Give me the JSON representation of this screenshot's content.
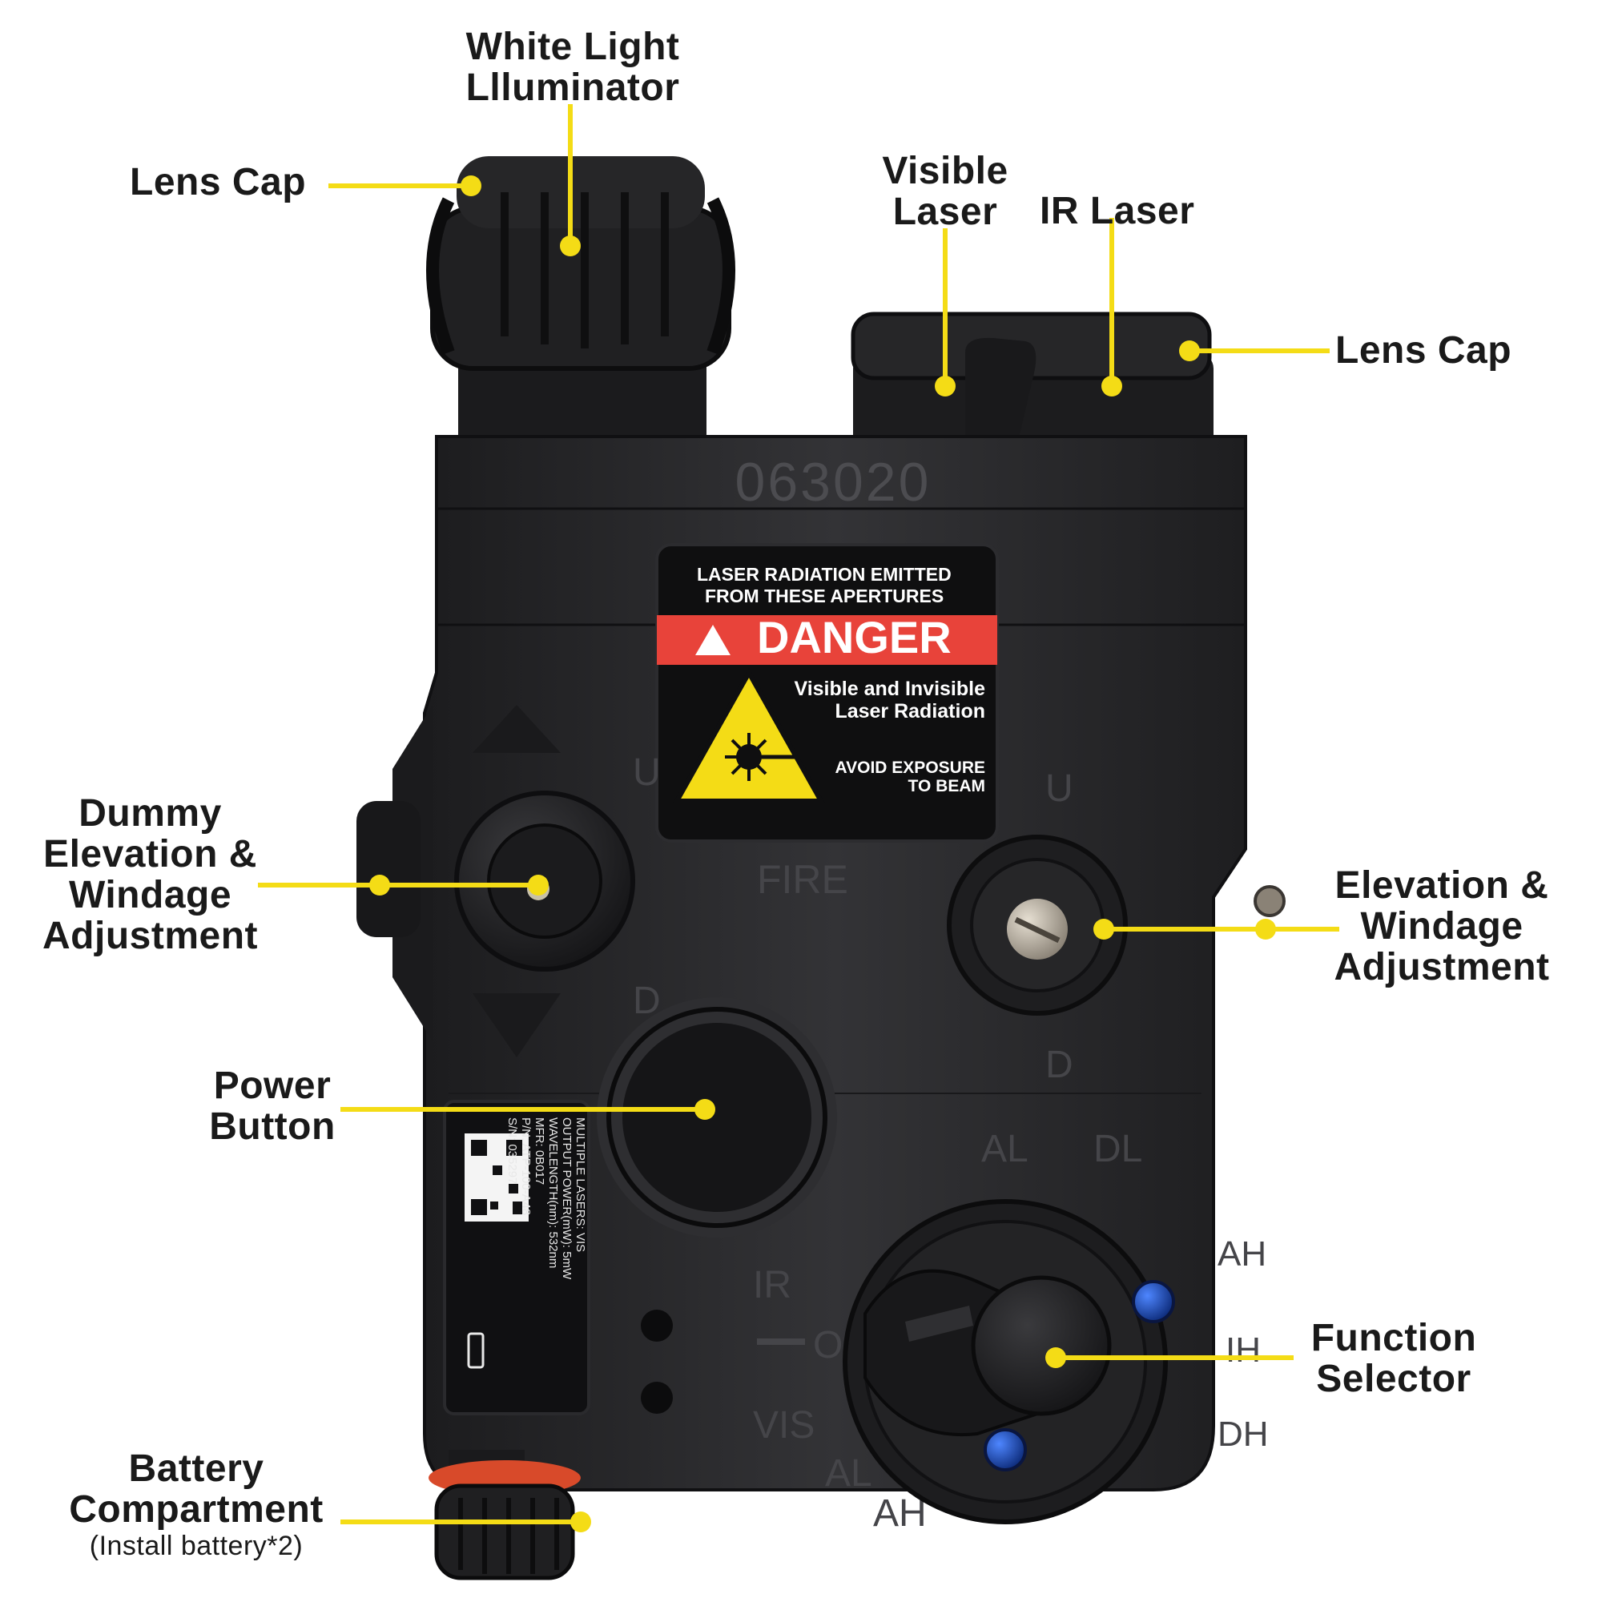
{
  "colors": {
    "leader": "#f4dc16",
    "label_text": "#1a1a1a",
    "body": "#2a2a2c",
    "danger_red": "#e8433a",
    "warning_yellow": "#f4dc16",
    "screw_blue": "#1f4fb8"
  },
  "labels": {
    "white_light": [
      "White Light",
      "Llluminator"
    ],
    "lens_cap_left": "Lens Cap",
    "visible_laser": [
      "Visible",
      "Laser"
    ],
    "ir_laser": "IR Laser",
    "lens_cap_right": "Lens Cap",
    "dummy_adjust": [
      "Dummy",
      "Elevation &",
      "Windage",
      "Adjustment"
    ],
    "elevation_adjust": [
      "Elevation &",
      "Windage",
      "Adjustment"
    ],
    "power_button": [
      "Power",
      "Button"
    ],
    "function_selector": [
      "Function",
      "Selector"
    ],
    "battery": [
      "Battery",
      "Compartment"
    ],
    "battery_note": "(Install battery*2)"
  },
  "device": {
    "serial_engraving": "063020",
    "warning_line1": "LASER RADIATION EMITTED",
    "warning_line2": "FROM THESE APERTURES",
    "danger": "DANGER",
    "radiation_line1": "Visible and Invisible",
    "radiation_line2": "Laser Radiation",
    "avoid_line1": "AVOID EXPOSURE",
    "avoid_line2": "TO BEAM",
    "fire": "FIRE",
    "up_mark": "U",
    "down_mark": "D",
    "mode_al": "AL",
    "mode_dl": "DL",
    "mode_ah": "AH",
    "mode_ih": "IH",
    "mode_dh": "DH",
    "mode_ir": "IR",
    "mode_o": "O",
    "mode_vis": "VIS",
    "spec_lines": [
      "MULTIPLE LASERS: VIS",
      "OUTPUT POWER(mW): 5mW",
      "WAVELENGTH(nm): 532nm",
      "MFR: 0B017",
      "P/N: ATP-100-A48",
      "S/N: 035297"
    ]
  }
}
